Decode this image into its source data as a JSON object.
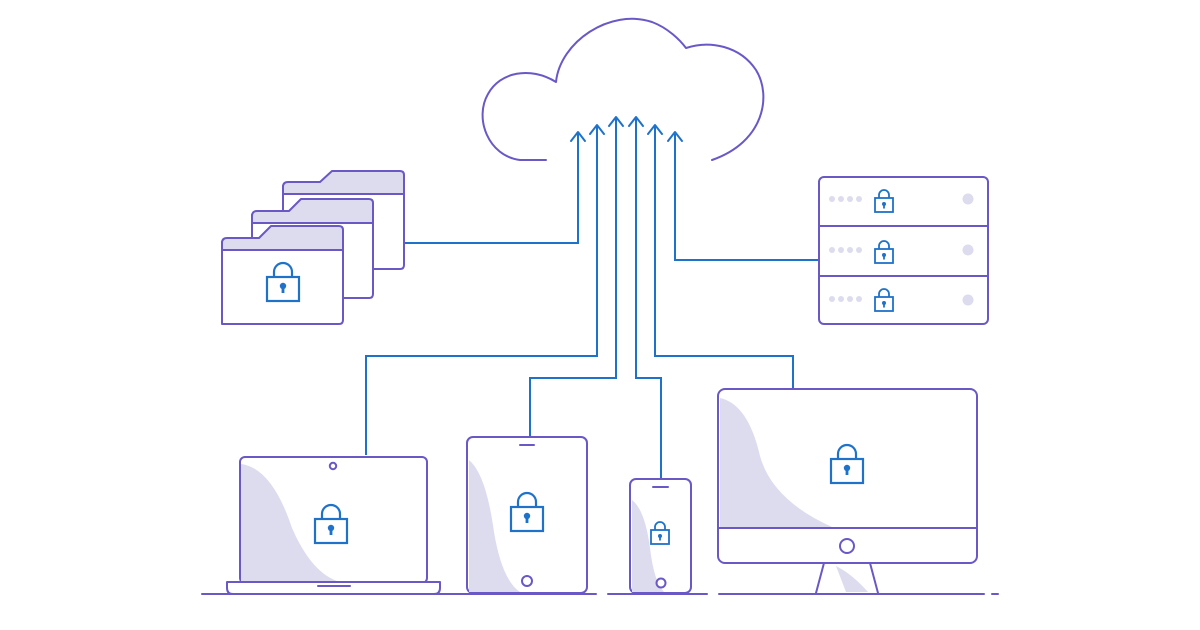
{
  "colors": {
    "outline": "#6a58c6",
    "accent": "#1f72c9",
    "fill": "#dcdcee",
    "background": "#ffffff"
  },
  "icons": {
    "lock": "padlock-icon",
    "cloud": "cloud-icon",
    "folders": "folder-stack-icon",
    "server": "server-rack-icon",
    "laptop": "laptop-icon",
    "tablet": "tablet-icon",
    "phone": "smartphone-icon",
    "monitor": "desktop-monitor-icon"
  },
  "diagram": {
    "hub": "cloud",
    "sources": [
      "folders",
      "server",
      "laptop",
      "tablet",
      "phone",
      "monitor"
    ],
    "encrypted": true,
    "server_units": 3,
    "folder_count": 3
  }
}
